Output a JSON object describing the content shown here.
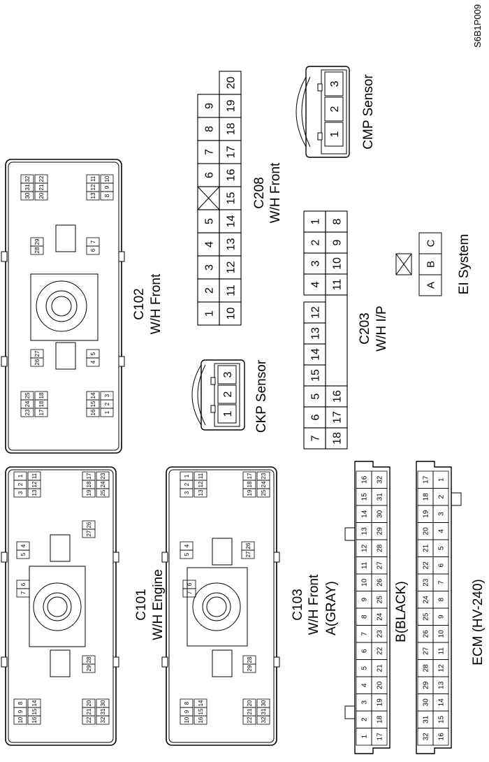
{
  "figure_id": "S6B1P009",
  "connectors": {
    "c101": {
      "name": "C101",
      "desc": "W/H Engine",
      "pins": [
        [
          "1",
          "2",
          "3"
        ],
        [
          "11",
          "12",
          "13"
        ],
        [
          "4",
          "5"
        ],
        [
          "6",
          "7"
        ],
        [
          "8",
          "9",
          "10"
        ],
        [
          "14",
          "15",
          "16"
        ],
        [
          "17",
          "18",
          "19"
        ],
        [
          "23",
          "24",
          "25"
        ],
        [
          "26",
          "27"
        ],
        [
          "28",
          "29"
        ],
        [
          "20",
          "21",
          "22"
        ],
        [
          "30",
          "31",
          "32"
        ]
      ]
    },
    "c102": {
      "name": "C102",
      "desc": "W/H Front",
      "pins": [
        [
          "32",
          "31",
          "30"
        ],
        [
          "22",
          "21",
          "20"
        ],
        [
          "11",
          "12",
          "13"
        ],
        [
          "10",
          "9",
          "8"
        ],
        [
          "29",
          "28"
        ],
        [
          "7",
          "6"
        ],
        [
          "27",
          "26"
        ],
        [
          "5",
          "4"
        ],
        [
          "25",
          "24",
          "23"
        ],
        [
          "18",
          "18",
          "17"
        ],
        [
          "14",
          "15",
          "16"
        ],
        [
          "3",
          "2",
          "1"
        ]
      ]
    },
    "c103": {
      "name": "C103",
      "desc": "W/H Front",
      "pins": [
        [
          "1",
          "2",
          "3"
        ],
        [
          "11",
          "12",
          "13"
        ],
        [
          "4",
          "5"
        ],
        [
          "6",
          "7"
        ],
        [
          "8",
          "9",
          "10"
        ],
        [
          "14",
          "15",
          "16"
        ],
        [
          "17",
          "18",
          "19"
        ],
        [
          "23",
          "24",
          "25"
        ],
        [
          "26",
          "27"
        ],
        [
          "28",
          "29"
        ],
        [
          "20",
          "21",
          "22"
        ],
        [
          "30",
          "31",
          "32"
        ]
      ]
    },
    "c208": {
      "name": "C208",
      "desc": "W/H Front",
      "top": [
        "1",
        "2",
        "3",
        "4",
        "5",
        "",
        "6",
        "7",
        "8",
        "9"
      ],
      "bottom": [
        "10",
        "11",
        "12",
        "13",
        "14",
        "15",
        "16",
        "17",
        "18",
        "19",
        "20"
      ]
    },
    "c203": {
      "name": "C203",
      "desc": "W/H I/P",
      "top": [
        "7",
        "6",
        "5",
        "15",
        "14",
        "13",
        "12",
        "4",
        "3",
        "2",
        "1"
      ],
      "bottom": [
        "18",
        "17",
        "16",
        "11",
        "10",
        "9",
        "8"
      ]
    },
    "ckp": {
      "name": "CKP Sensor",
      "pins": [
        "1",
        "2",
        "3"
      ]
    },
    "cmp": {
      "name": "CMP Sensor",
      "pins": [
        "1",
        "2",
        "3"
      ]
    },
    "ei": {
      "name": "EI System",
      "pins": [
        "A",
        "B",
        "C"
      ]
    },
    "ecm": {
      "name": "ECM (HV-240)",
      "conn_a": "A(GRAY)",
      "conn_b": "B(BLACK)",
      "a_row1": [
        "1",
        "2",
        "3",
        "4",
        "5",
        "6",
        "7",
        "8",
        "9",
        "10",
        "11",
        "12",
        "13",
        "14",
        "15",
        "16"
      ],
      "a_row2": [
        "17",
        "18",
        "19",
        "20",
        "21",
        "22",
        "23",
        "24",
        "25",
        "26",
        "27",
        "28",
        "29",
        "30",
        "31",
        "32"
      ],
      "b_row1": [
        "32",
        "31",
        "30",
        "29",
        "28",
        "27",
        "26",
        "25",
        "24",
        "23",
        "22",
        "21",
        "20",
        "19",
        "18",
        "17"
      ],
      "b_row2": [
        "16",
        "15",
        "14",
        "13",
        "12",
        "11",
        "10",
        "9",
        "8",
        "7",
        "6",
        "5",
        "4",
        "3",
        "2",
        "1"
      ]
    }
  }
}
